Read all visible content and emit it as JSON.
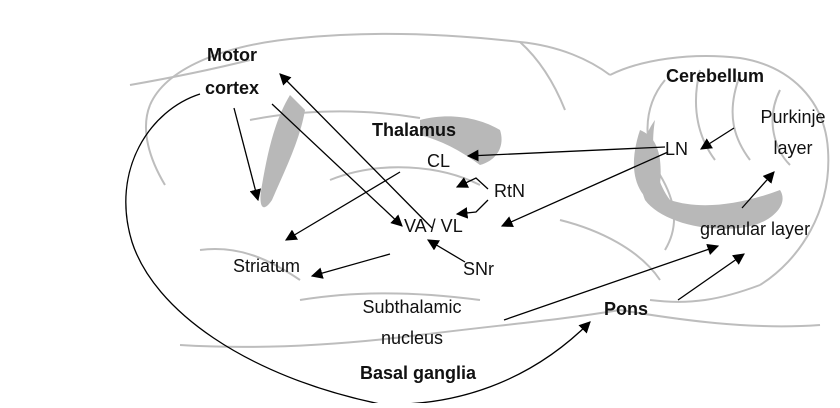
{
  "labels": {
    "motor_cortex_1": "Motor",
    "motor_cortex_2": "cortex",
    "thalamus": "Thalamus",
    "cl": "CL",
    "rtn": "RtN",
    "va_vl": "VA / VL",
    "striatum": "Striatum",
    "snr": "SNr",
    "subthalamic_1": "Subthalamic",
    "subthalamic_2": "nucleus",
    "basal_ganglia": "Basal ganglia",
    "pons": "Pons",
    "cerebellum": "Cerebellum",
    "ln": "LN",
    "purkinje_1": "Purkinje",
    "purkinje_2": "layer",
    "granular_layer": "granular layer"
  },
  "colors": {
    "outline": "#bdbdbd",
    "shade": "#b8b8b8",
    "arrow": "#000000"
  }
}
